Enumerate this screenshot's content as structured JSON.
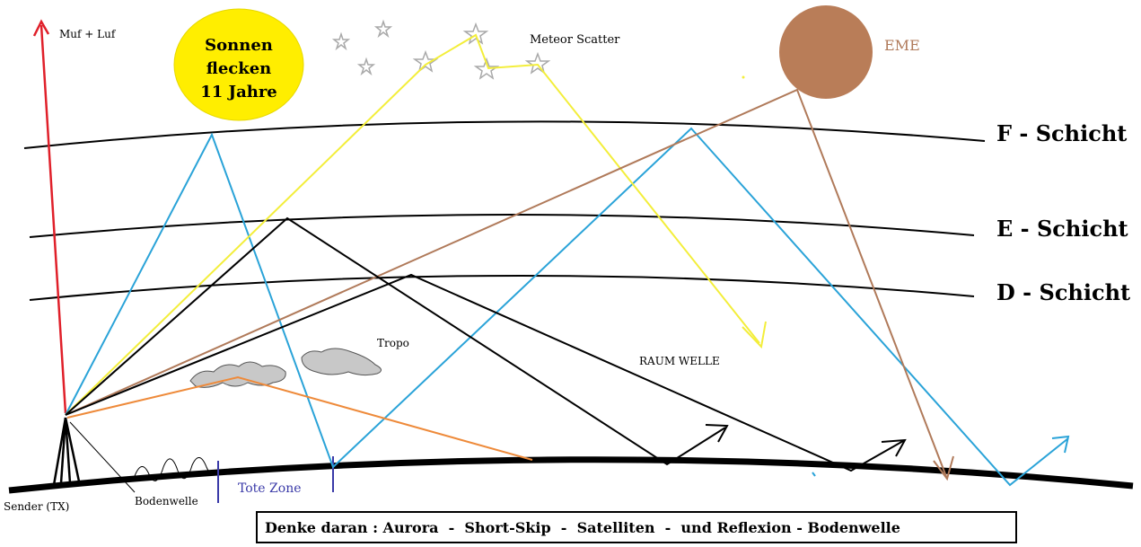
{
  "labels": {
    "muf_luf": "Muf  + Luf",
    "sunspots": [
      "Sonnen",
      "flecken",
      "11 Jahre"
    ],
    "meteor_scatter": "Meteor Scatter",
    "eme": "EME",
    "f_layer": "F - Schicht",
    "e_layer": "E - Schicht",
    "d_layer": "D - Schicht",
    "tropo": "Tropo",
    "space_wave": "RAUM WELLE",
    "sender": "Sender (TX)",
    "ground_wave": "Bodenwelle",
    "dead_zone": "Tote Zone"
  },
  "reminder": "Denke daran : Aurora  -  Short-Skip  -  Satelliten  -  und Reflexion - Bodenwelle",
  "colors": {
    "muf_arrow": "#e0202a",
    "sun": "#ffee00",
    "moon": "#b97d58",
    "f_path": "#2aa3d8",
    "meteor_path": "#f3ee3a",
    "eme_path": "#b07a5a",
    "tropo_path": "#ee8a3a",
    "dead_zone": "#3a3aa8",
    "cloud": "#c8c8c8",
    "star": "#a9a9a9"
  }
}
